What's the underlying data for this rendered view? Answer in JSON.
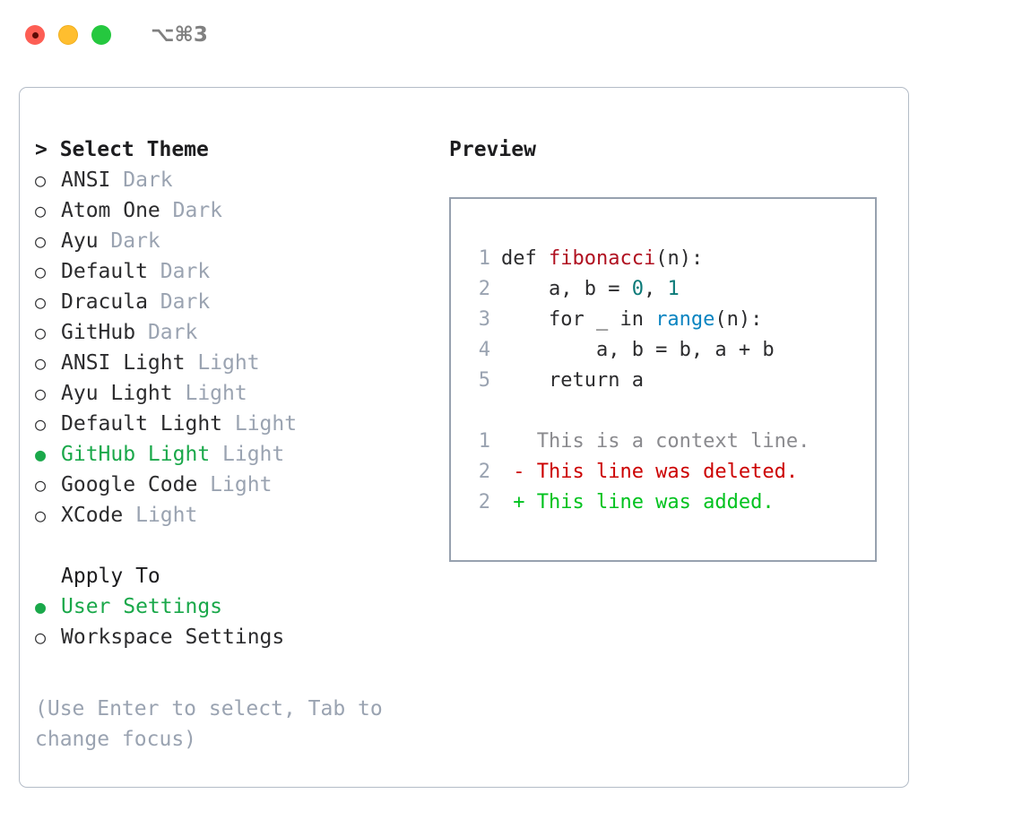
{
  "titlebar": {
    "shortcut": "⌥⌘3",
    "buttons": [
      {
        "name": "close",
        "color": "#fd5e54"
      },
      {
        "name": "minimize",
        "color": "#ffbe2f"
      },
      {
        "name": "maximize",
        "color": "#25c83f"
      }
    ]
  },
  "theme_picker": {
    "header": "> Select Theme",
    "marker_unselected": "○",
    "marker_selected": "●",
    "items": [
      {
        "name": "ANSI",
        "variant": "Dark",
        "selected": false
      },
      {
        "name": "Atom One",
        "variant": "Dark",
        "selected": false
      },
      {
        "name": "Ayu",
        "variant": "Dark",
        "selected": false
      },
      {
        "name": "Default",
        "variant": "Dark",
        "selected": false
      },
      {
        "name": "Dracula",
        "variant": "Dark",
        "selected": false
      },
      {
        "name": "GitHub",
        "variant": "Dark",
        "selected": false
      },
      {
        "name": "ANSI Light",
        "variant": "Light",
        "selected": false
      },
      {
        "name": "Ayu Light",
        "variant": "Light",
        "selected": false
      },
      {
        "name": "Default Light",
        "variant": "Light",
        "selected": false
      },
      {
        "name": "GitHub Light",
        "variant": "Light",
        "selected": true
      },
      {
        "name": "Google Code",
        "variant": "Light",
        "selected": false
      },
      {
        "name": "XCode",
        "variant": "Light",
        "selected": false
      }
    ]
  },
  "apply_to": {
    "header": "Apply To",
    "items": [
      {
        "name": "User Settings",
        "selected": true
      },
      {
        "name": "Workspace Settings",
        "selected": false
      }
    ]
  },
  "hint": "(Use Enter to select, Tab to change focus)",
  "preview": {
    "title": "Preview",
    "code_lines": [
      {
        "no": "1",
        "segments": [
          {
            "t": "def ",
            "c": "plain"
          },
          {
            "t": "fibonacci",
            "c": "fn"
          },
          {
            "t": "(n):",
            "c": "plain"
          }
        ]
      },
      {
        "no": "2",
        "segments": [
          {
            "t": "    a, b = ",
            "c": "plain"
          },
          {
            "t": "0",
            "c": "num"
          },
          {
            "t": ", ",
            "c": "plain"
          },
          {
            "t": "1",
            "c": "num"
          }
        ]
      },
      {
        "no": "3",
        "segments": [
          {
            "t": "    for _ in ",
            "c": "plain"
          },
          {
            "t": "range",
            "c": "bi"
          },
          {
            "t": "(n):",
            "c": "plain"
          }
        ]
      },
      {
        "no": "4",
        "segments": [
          {
            "t": "        a, b = b, a + b",
            "c": "plain"
          }
        ]
      },
      {
        "no": "5",
        "segments": [
          {
            "t": "    return a",
            "c": "plain"
          }
        ]
      }
    ],
    "diff_lines": [
      {
        "no": "1",
        "sign": " ",
        "text": " This is a context line.",
        "kind": "context"
      },
      {
        "no": "2",
        "sign": "-",
        "text": " This line was deleted.",
        "kind": "del"
      },
      {
        "no": "2",
        "sign": "+",
        "text": " This line was added.",
        "kind": "add"
      }
    ]
  },
  "colors": {
    "accent_green": "#1aa84a",
    "muted": "#9aa3b1",
    "diff_add": "#00c21e",
    "diff_del": "#cc0000",
    "syntax_function": "#b01020",
    "syntax_number": "#0b7a78",
    "syntax_builtin": "#0a84c1",
    "panel_border": "#b4bcc7"
  }
}
